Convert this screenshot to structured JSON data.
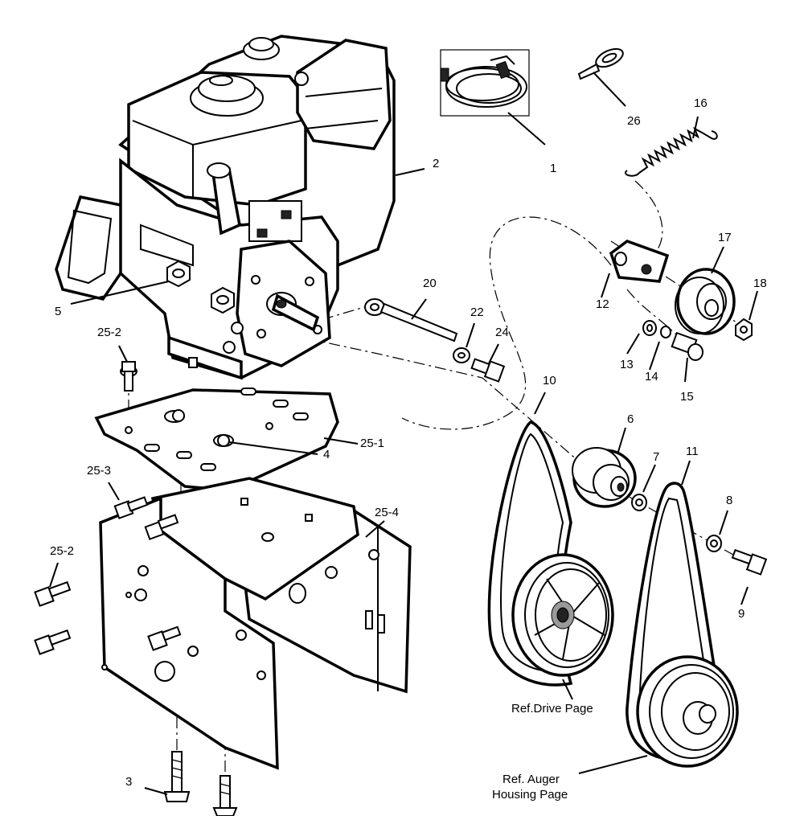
{
  "callouts": {
    "c1": "1",
    "c2": "2",
    "c3": "3",
    "c4": "4",
    "c5": "5",
    "c6": "6",
    "c7": "7",
    "c8": "8",
    "c9": "9",
    "c10": "10",
    "c11": "11",
    "c12": "12",
    "c13": "13",
    "c14": "14",
    "c15": "15",
    "c16": "16",
    "c17": "17",
    "c18": "18",
    "c20": "20",
    "c22": "22",
    "c24": "24",
    "c25_1": "25-1",
    "c25_2a": "25-2",
    "c25_2b": "25-2",
    "c25_3": "25-3",
    "c25_4": "25-4",
    "c26": "26"
  },
  "references": {
    "drive": "Ref.Drive Page",
    "auger_line1": "Ref. Auger",
    "auger_line2": "Housing Page"
  }
}
